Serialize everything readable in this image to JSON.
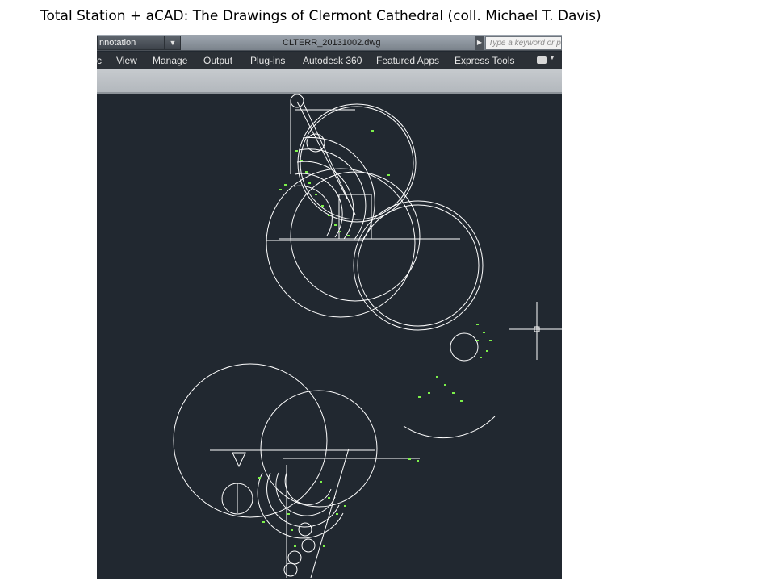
{
  "slide": {
    "title": "Total Station + aCAD: The Drawings of Clermont Cathedral (coll. Michael T. Davis)"
  },
  "app": {
    "workspace": "nnotation",
    "file_name": "CLTERR_20131002.dwg",
    "search_placeholder": "Type a keyword or p",
    "menu": [
      "c",
      "View",
      "Manage",
      "Output",
      "Plug-ins",
      "Autodesk 360",
      "Featured Apps",
      "Express Tools"
    ],
    "icons": {
      "workspace_dropdown": "chevron-down-icon",
      "search_expand": "chevron-right-icon",
      "ribbon_toggle": "ribbon-toggle-icon",
      "crosshair": "crosshair-cursor-icon"
    }
  },
  "colors": {
    "canvas_bg": "#212830",
    "linework": "#ffffff",
    "survey_points": "#7cf04a"
  }
}
